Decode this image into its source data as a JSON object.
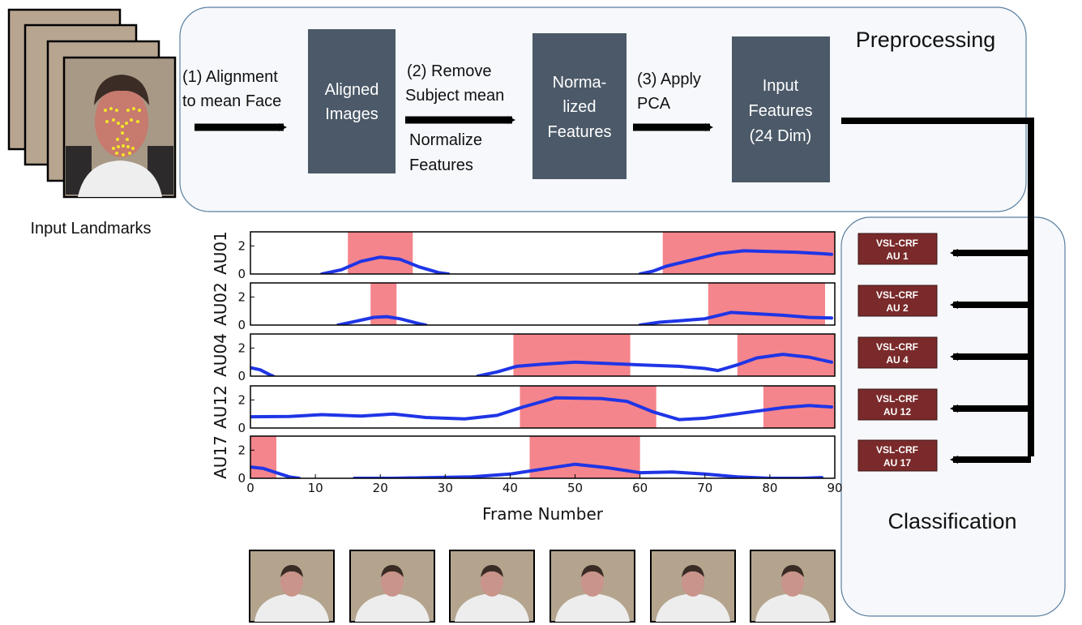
{
  "preprocessing": {
    "title": "Preprocessing",
    "steps": [
      {
        "lines": [
          "(1) Alignment",
          "to mean Face"
        ]
      },
      {
        "lines": [
          "(2) Remove",
          "Subject mean"
        ],
        "sub_lines": [
          "Normalize",
          "Features"
        ]
      },
      {
        "lines": [
          "(3) Apply",
          "PCA"
        ]
      }
    ],
    "boxes": [
      {
        "lines": [
          "Aligned",
          "Images"
        ]
      },
      {
        "lines": [
          "Norma-",
          "lized",
          "Features"
        ]
      },
      {
        "lines": [
          "Input",
          "Features",
          "(24 Dim)"
        ]
      }
    ]
  },
  "input_label": "Input Landmarks",
  "classification": {
    "title": "Classification",
    "classifiers": [
      {
        "line1": "VSL-CRF",
        "line2": "AU 1"
      },
      {
        "line1": "VSL-CRF",
        "line2": "AU 2"
      },
      {
        "line1": "VSL-CRF",
        "line2": "AU 4"
      },
      {
        "line1": "VSL-CRF",
        "line2": "AU 12"
      },
      {
        "line1": "VSL-CRF",
        "line2": "AU 17"
      }
    ]
  },
  "colors": {
    "box": "#4b5968",
    "classifier": "#7a2a2a",
    "highlight": "#f4858c",
    "curve": "#1f35e6",
    "panel_border": "#5a7fa0",
    "panel_fill": "#f6f8fb"
  },
  "chart_data": {
    "type": "line",
    "xlabel": "Frame Number",
    "xlim": [
      0,
      90
    ],
    "x_ticks": [
      "0",
      "10",
      "20",
      "30",
      "40",
      "50",
      "60",
      "70",
      "80",
      "90"
    ],
    "ylim": [
      0,
      3
    ],
    "y_ticks": [
      "0",
      "2"
    ],
    "series": [
      {
        "name": "AU01",
        "segments": [
          [
            [
              11,
              0
            ],
            [
              14,
              0.3
            ],
            [
              17,
              0.9
            ],
            [
              20,
              1.2
            ],
            [
              23,
              1.05
            ],
            [
              26,
              0.5
            ],
            [
              29,
              0.1
            ],
            [
              30.5,
              0
            ]
          ],
          [
            [
              60,
              0
            ],
            [
              62,
              0.2
            ],
            [
              64,
              0.55
            ],
            [
              68,
              1.0
            ],
            [
              72,
              1.45
            ],
            [
              76,
              1.65
            ],
            [
              80,
              1.6
            ],
            [
              84,
              1.55
            ],
            [
              88,
              1.45
            ],
            [
              89.5,
              1.4
            ]
          ]
        ],
        "highlights": [
          [
            15,
            25
          ],
          [
            63.5,
            90
          ]
        ]
      },
      {
        "name": "AU02",
        "segments": [
          [
            [
              13.5,
              0
            ],
            [
              16,
              0.25
            ],
            [
              19,
              0.55
            ],
            [
              21,
              0.6
            ],
            [
              23,
              0.45
            ],
            [
              26,
              0.1
            ],
            [
              27,
              0
            ]
          ],
          [
            [
              60,
              0
            ],
            [
              63,
              0.2
            ],
            [
              66,
              0.3
            ],
            [
              70,
              0.45
            ],
            [
              74,
              0.9
            ],
            [
              78,
              0.8
            ],
            [
              82,
              0.7
            ],
            [
              86,
              0.55
            ],
            [
              89.5,
              0.5
            ]
          ]
        ],
        "highlights": [
          [
            18.5,
            22.5
          ],
          [
            70.5,
            88.5
          ]
        ]
      },
      {
        "name": "AU04",
        "segments": [
          [
            [
              0,
              0.6
            ],
            [
              1.5,
              0.45
            ],
            [
              3,
              0.1
            ],
            [
              3.5,
              0
            ]
          ],
          [
            [
              35,
              0
            ],
            [
              38,
              0.3
            ],
            [
              41,
              0.7
            ],
            [
              45,
              0.85
            ],
            [
              50,
              1.0
            ],
            [
              55,
              0.9
            ],
            [
              60,
              0.8
            ],
            [
              66,
              0.7
            ],
            [
              70,
              0.55
            ],
            [
              72,
              0.4
            ],
            [
              75,
              0.8
            ],
            [
              78,
              1.3
            ],
            [
              82,
              1.55
            ],
            [
              86,
              1.35
            ],
            [
              89.5,
              1.0
            ]
          ]
        ],
        "highlights": [
          [
            40.5,
            58.5
          ],
          [
            75,
            90
          ]
        ]
      },
      {
        "name": "AU12",
        "segments": [
          [
            [
              0,
              0.8
            ],
            [
              6,
              0.82
            ],
            [
              11,
              0.95
            ],
            [
              17,
              0.85
            ],
            [
              22,
              1.0
            ],
            [
              27,
              0.75
            ],
            [
              33,
              0.65
            ],
            [
              38,
              0.9
            ],
            [
              42,
              1.5
            ],
            [
              47,
              2.15
            ],
            [
              54,
              2.1
            ],
            [
              58,
              1.9
            ],
            [
              62,
              1.15
            ],
            [
              66,
              0.6
            ],
            [
              70,
              0.7
            ],
            [
              74,
              0.95
            ],
            [
              78,
              1.2
            ],
            [
              82,
              1.45
            ],
            [
              86,
              1.6
            ],
            [
              89.5,
              1.5
            ]
          ]
        ],
        "highlights": [
          [
            41.5,
            62.5
          ],
          [
            79,
            90
          ]
        ]
      },
      {
        "name": "AU17",
        "segments": [
          [
            [
              0,
              0.8
            ],
            [
              2,
              0.7
            ],
            [
              4,
              0.4
            ],
            [
              6,
              0.1
            ],
            [
              7.5,
              0
            ]
          ],
          [
            [
              16,
              0
            ],
            [
              22,
              0
            ],
            [
              28,
              0.05
            ],
            [
              34,
              0.1
            ],
            [
              40,
              0.3
            ],
            [
              45,
              0.65
            ],
            [
              50,
              1.0
            ],
            [
              55,
              0.75
            ],
            [
              60,
              0.4
            ],
            [
              65,
              0.45
            ],
            [
              70,
              0.3
            ],
            [
              75,
              0.1
            ],
            [
              80,
              0
            ],
            [
              85,
              0
            ],
            [
              88,
              0.05
            ]
          ]
        ],
        "highlights": [
          [
            0,
            4
          ],
          [
            43,
            60
          ]
        ]
      }
    ]
  }
}
